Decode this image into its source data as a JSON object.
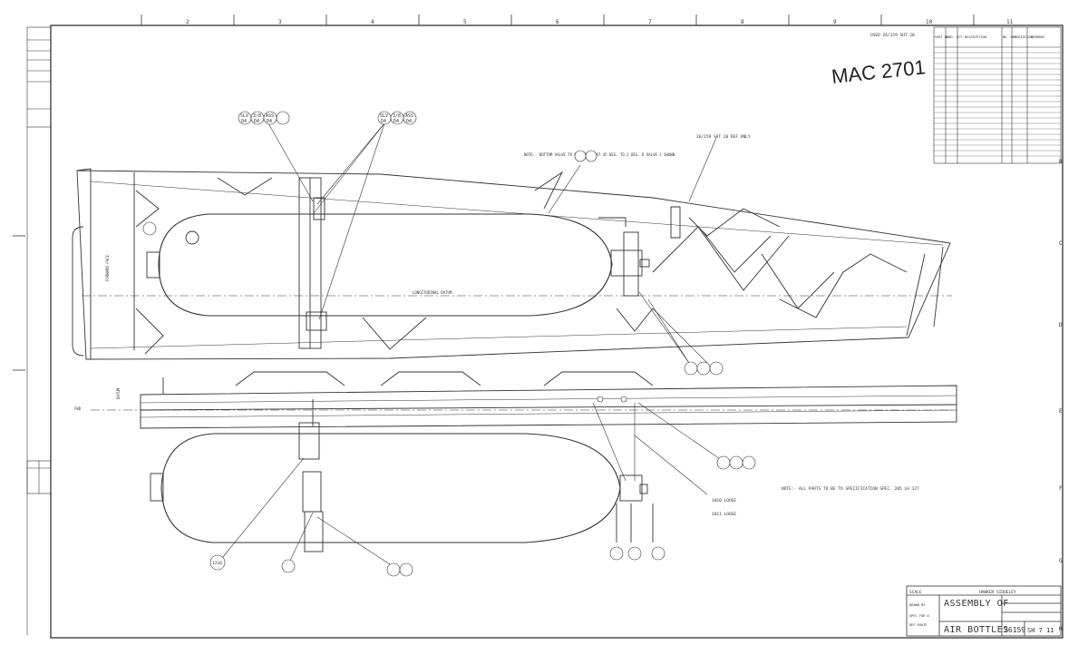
{
  "drawing": {
    "handwritten_id": "MAC 2701",
    "ref_note": "USED 26/159 SHT 20",
    "note_fill_valves": "NOTE:- BOTTOM VALVE TO BE ANGLED AT 45 DEG. TO 2 DEG. D VALVE 2 SHOWN",
    "note_bottom": "NOTE:- ALL PARTS TO BE TO SPECIFICATION SPEC. 205 LH 127",
    "leader_label": "26/159 SHT 20 REF ONLY",
    "side_label_left": "FORWARD FACE",
    "center_label": "LONGITUDINAL DATUM",
    "aft_label": "DATUM",
    "fwd_marker": "FWD",
    "callout_1": "1010 LOOSE",
    "callout_2": "1011 LOOSE",
    "callout_3": "1210"
  },
  "border": {
    "top_numbers": [
      "2",
      "3",
      "4",
      "5",
      "6",
      "7",
      "8",
      "9",
      "10",
      "11"
    ],
    "side_letters": [
      "B",
      "C",
      "D",
      "E",
      "F",
      "G",
      "H"
    ]
  },
  "title_block": {
    "title_line1": "ASSEMBLY OF",
    "title_line2": "AIR  BOTTLES",
    "drawing_number": "26159",
    "sheet": "SH 7 11",
    "scale_label": "SCALE",
    "company": "HAWKER SIDDELEY",
    "left_stamp_1": "DRAWN BY",
    "left_stamp_2": "SPEC FOR A",
    "left_stamp_3": "REF ROUTE"
  },
  "parts_list": {
    "headers": [
      "PART NO.",
      "ORD. QTY",
      "DESCRIPTION",
      "NO. OFF",
      "CONCESSION",
      "REMARKS"
    ]
  },
  "bubbles": [
    {
      "l1": "SLV",
      "l2": "D4"
    },
    {
      "l1": "3/8",
      "l2": "D4"
    },
    {
      "l1": "ASS",
      "l2": "D4"
    },
    {
      "l1": "SLV",
      "l2": "D4"
    },
    {
      "l1": "3/8",
      "l2": "D4"
    },
    {
      "l1": "ASS",
      "l2": "D4"
    }
  ]
}
